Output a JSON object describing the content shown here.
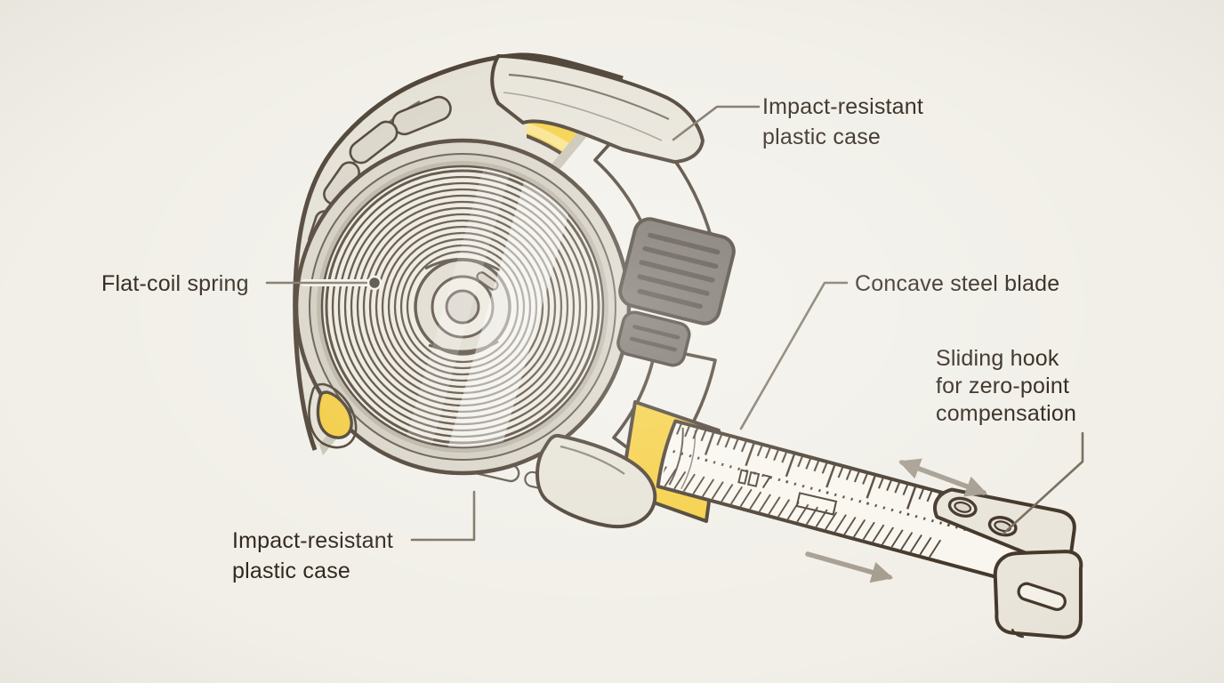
{
  "page": {
    "subject": "Cutaway diagram of a pocket tape measure with labeled parts",
    "background_color": "#f1efe8"
  },
  "palette": {
    "outline": "#45392c",
    "case_plastic": "#e3dfd4",
    "accent_yellow": "#f5ce3e",
    "grip_stripe_gray": "#908a7e",
    "lock_button_gray": "#6f685f",
    "blade_cream": "#f9f6ef",
    "label_text": "#32281e",
    "leader_line": "#7b7060",
    "arrow_gray": "#a69e91"
  },
  "labels": {
    "case_top": {
      "line1": "Impact-resistant",
      "line2": "plastic case"
    },
    "spring": {
      "text": "Flat-coil spring"
    },
    "blade": {
      "text": "Concave steel blade"
    },
    "hook": {
      "line1": "Sliding hook",
      "line2": "for zero-point",
      "line3": "compensation"
    },
    "case_bottom": {
      "line1": "Impact-resistant",
      "line2": "plastic case"
    }
  }
}
